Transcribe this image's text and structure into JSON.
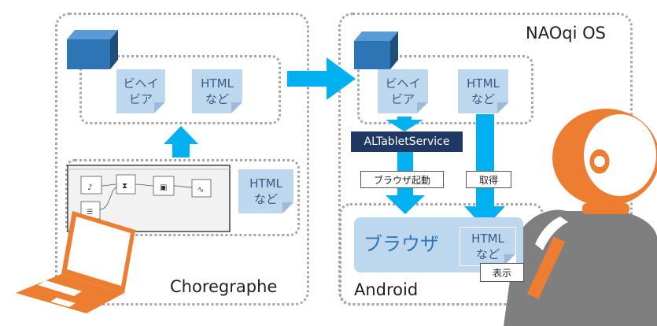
{
  "colors": {
    "arrow": "#00b0f0",
    "cube": "#2e75b6",
    "note": "#bdd7ee",
    "robot": "#ed7d31",
    "laptop": "#ed7d31",
    "dotted": "#a6a6a6",
    "service": "#1f3864"
  },
  "choreographe": {
    "label": "Choregraphe",
    "notes": {
      "behavior": "ビヘイ\nビア",
      "html": "HTML\nなど",
      "html_editor": "HTML\nなど"
    },
    "editor_boxes": [
      "Choice Audio",
      "Wait",
      "Show Screen",
      "Stop Event",
      "List"
    ]
  },
  "naoqi": {
    "label": "NAOqi OS",
    "notes": {
      "behavior": "ビヘイ\nビア",
      "html": "HTML\nなど"
    },
    "service": "ALTabletService",
    "tag_launch": "ブラウザ起動",
    "tag_fetch": "取得"
  },
  "android": {
    "label": "Android",
    "browser_label": "ブラウザ",
    "html_note": "HTML\nなど",
    "tag_display": "表示"
  },
  "icons": {
    "cube": "cube-icon",
    "laptop": "laptop-icon",
    "robot": "robot-icon"
  }
}
